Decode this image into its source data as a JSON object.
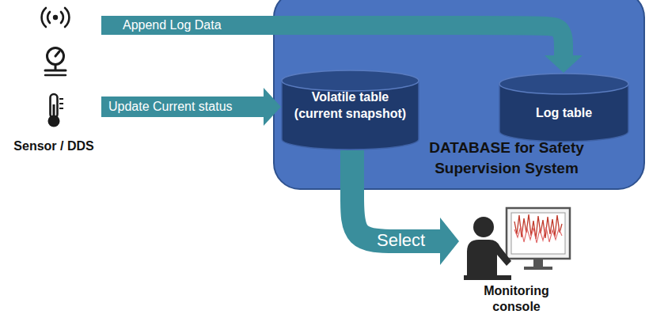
{
  "diagram": {
    "nodes": [
      {
        "text": [
          "Sensor / DDS"
        ]
      },
      {
        "text": [
          "DATABASE for Safety Supervision System"
        ]
      },
      {
        "text": [
          "Volatile table (current snapshot)"
        ],
        "in": 1
      },
      {
        "text": [
          "Log table"
        ],
        "in": 1
      },
      {
        "text": [
          "Monitoring console"
        ]
      }
    ],
    "edges": [
      {
        "from": 0,
        "to": 3,
        "arrow": "to",
        "label": "Append Log Data"
      },
      {
        "from": 0,
        "to": 2,
        "arrow": "to",
        "label": "Update Current status"
      },
      {
        "from": 2,
        "to": 4,
        "arrow": "to",
        "label": "Select"
      }
    ]
  }
}
